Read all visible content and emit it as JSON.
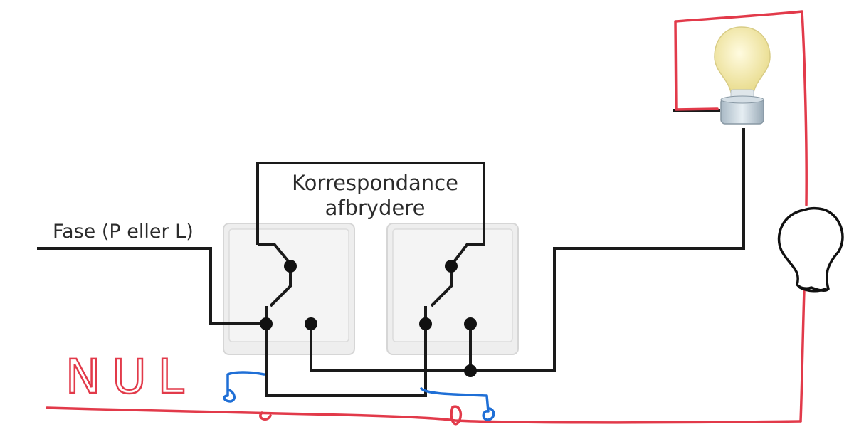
{
  "labels": {
    "switch_title_line1": "Korrespondance",
    "switch_title_line2": "afbrydere",
    "phase_label": "Fase (P eller L)",
    "neutral_label": "NUL"
  },
  "colors": {
    "wire_black": "#1a1a1a",
    "wire_red": "#e23a4a",
    "wire_blue": "#1f6fd6",
    "switch_plate": "#ebebeb",
    "switch_border": "#cfcfcf",
    "bulb_glass": "#f7eeb4",
    "bulb_socket": "#c9d6df"
  },
  "icons": {
    "lamp": "lightbulb-icon",
    "sketched_lamp": "sketched-bulb-icon"
  }
}
